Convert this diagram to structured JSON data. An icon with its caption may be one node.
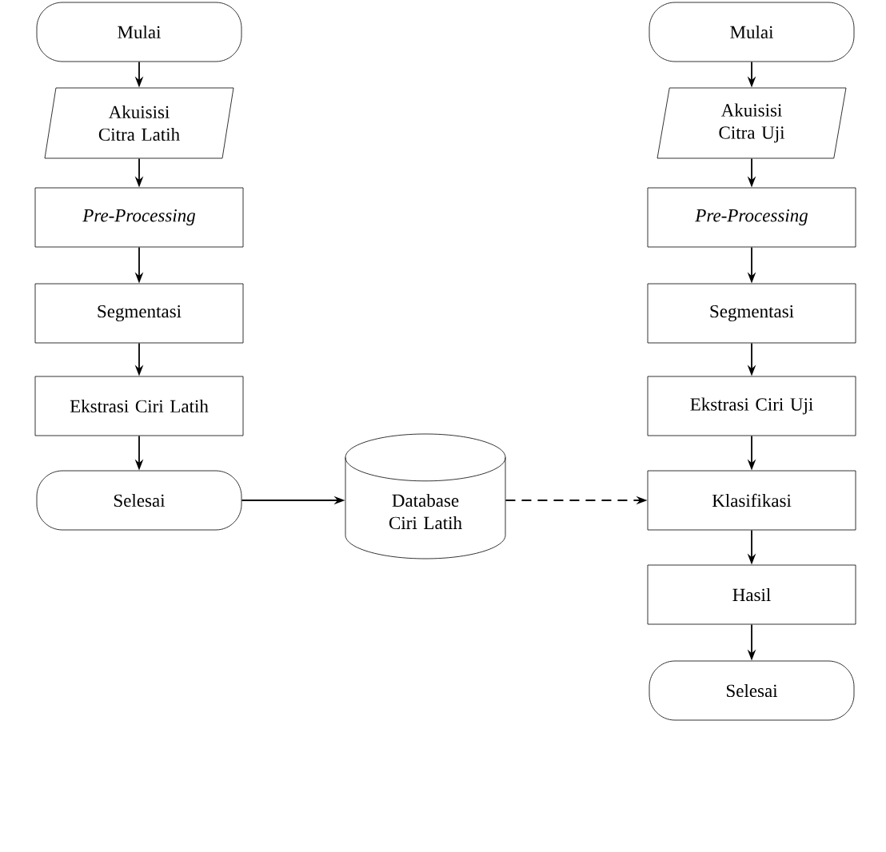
{
  "diagram": {
    "nodes": [
      {
        "text": [
          "Mulai"
        ]
      },
      {
        "text": [
          "Akuisisi Citra Latih"
        ]
      },
      {
        "text": [
          "Pre-Processing"
        ]
      },
      {
        "text": [
          "Segmentasi"
        ]
      },
      {
        "text": [
          "Ekstrasi Ciri Latih"
        ]
      },
      {
        "text": [
          "Selesai"
        ]
      },
      {
        "text": [
          "Database Ciri Latih"
        ]
      },
      {
        "text": [
          "Mulai"
        ]
      },
      {
        "text": [
          "Akuisisi Citra Uji"
        ]
      },
      {
        "text": [
          "Pre-Processing"
        ]
      },
      {
        "text": [
          "Segmentasi"
        ]
      },
      {
        "text": [
          "Ekstrasi Ciri Uji"
        ]
      },
      {
        "text": [
          "Klasifikasi"
        ]
      },
      {
        "text": [
          "Hasil"
        ]
      },
      {
        "text": [
          "Selesai"
        ]
      }
    ],
    "edges": [
      {
        "from": 0,
        "to": 1,
        "arrow": "to"
      },
      {
        "from": 1,
        "to": 2,
        "arrow": "to"
      },
      {
        "from": 2,
        "to": 3,
        "arrow": "to"
      },
      {
        "from": 3,
        "to": 4,
        "arrow": "to"
      },
      {
        "from": 4,
        "to": 5,
        "arrow": "to"
      },
      {
        "from": 5,
        "to": 6,
        "arrow": "to"
      },
      {
        "from": 6,
        "to": 12,
        "arrow": "to",
        "style": "dashed"
      },
      {
        "from": 7,
        "to": 8,
        "arrow": "to"
      },
      {
        "from": 8,
        "to": 9,
        "arrow": "to"
      },
      {
        "from": 9,
        "to": 10,
        "arrow": "to"
      },
      {
        "from": 10,
        "to": 11,
        "arrow": "to"
      },
      {
        "from": 11,
        "to": 12,
        "arrow": "to"
      },
      {
        "from": 12,
        "to": 13,
        "arrow": "to"
      },
      {
        "from": 13,
        "to": 14,
        "arrow": "to"
      }
    ]
  }
}
